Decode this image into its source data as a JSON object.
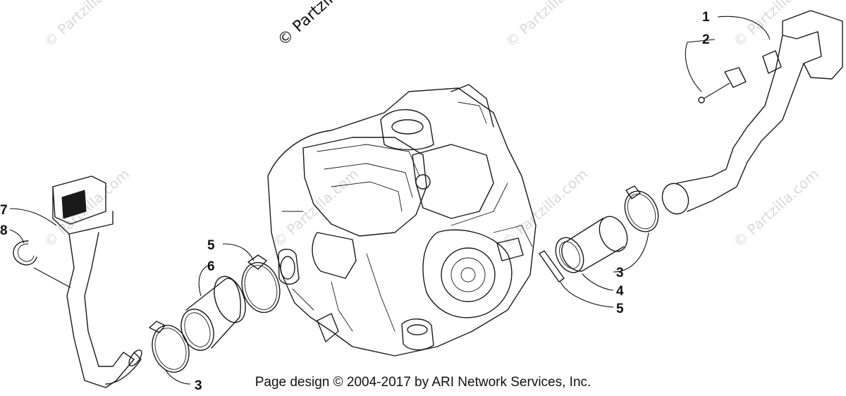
{
  "watermark": "© Partzilla.com",
  "watermark_partial": "© Partzilla",
  "footer": "Page design © 2004-2017 by ARI Network Services, Inc.",
  "callouts": {
    "c1": "1",
    "c2": "2",
    "c3_left": "3",
    "c3_right": "3",
    "c4": "4",
    "c5_left": "5",
    "c5_right": "5",
    "c6": "6",
    "c7": "7",
    "c8": "8"
  }
}
